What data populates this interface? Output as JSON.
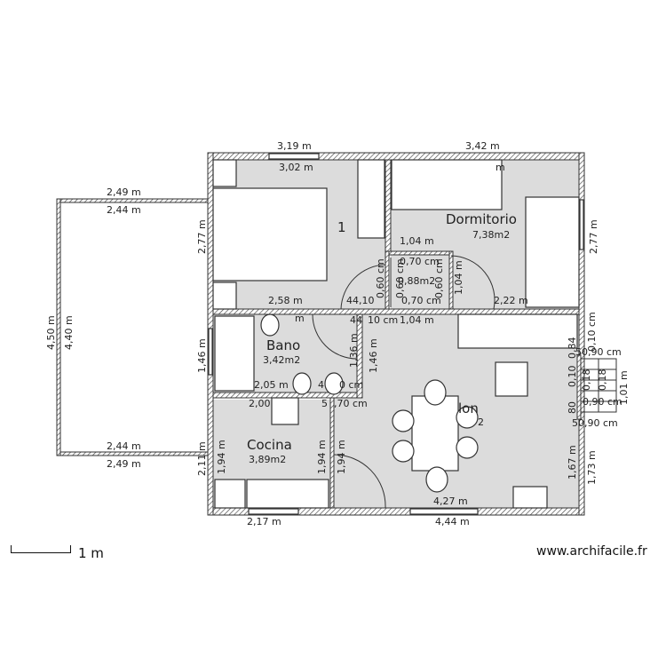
{
  "rooms": {
    "room1": {
      "name": "1"
    },
    "dormitorio": {
      "name": "Dormitorio",
      "area": "7,38m2"
    },
    "bano": {
      "name": "Bano",
      "area": "3,42m2"
    },
    "cocina": {
      "name": "Cocina",
      "area": "3,89m2"
    },
    "salon": {
      "name": "lon",
      "area": "2"
    },
    "closet": {
      "area": "0,88m2"
    }
  },
  "dimensions": {
    "top_left_outer": "3,19 m",
    "top_left_inner": "3,02 m",
    "top_right_outer": "3,42 m",
    "top_right_inner": "m",
    "left_room_height": "2,77 m",
    "right_room_height": "2,77 m",
    "terrace_top_outer": "2,49 m",
    "terrace_top_inner": "2,44 m",
    "terrace_bottom_inner": "2,44 m",
    "terrace_bottom_outer": "2,49 m",
    "terrace_height_outer": "4,50 m",
    "terrace_height_inner": "4,40 m",
    "closet_top": "1,04 m",
    "closet_w_top": "0,70 cm",
    "closet_w_bottom": "0,70 cm",
    "closet_h_left": "0,60 cm",
    "closet_h_mid": "0,60 cm",
    "closet_h_mid2": "0,60 cm",
    "closet_h_right": "1,04 m",
    "room1_bottom": "2,58 m",
    "room1_bottom_m": "m",
    "dim_44_10": "44,10",
    "dim_44_10b": "44",
    "dim_10cm": "10 cm",
    "dim_1_04": "1,04 m",
    "dim_2_22": "2,22 m",
    "bano_left": "1,46 m",
    "bano_right": "1,46 m",
    "bano_inner": "1,36 m",
    "bano_bottom_a": "2,05 m",
    "bano_bottom_b": "4",
    "bano_bottom_c": "0 cm",
    "cocina_top": "2,00",
    "cocina_top_right": "5",
    "cocina_top_right2": ",70 cm",
    "cocina_left_outer": "2,11 m",
    "cocina_left_inner": "1,94 m",
    "cocina_right": "1,94 m",
    "cocina_right2": "1,94 m",
    "cocina_bottom": "2,17 m",
    "salon_bottom_inner": "4,27 m",
    "salon_bottom_outer": "4,44 m",
    "salon_right_inner": "1,67 m",
    "salon_right_outer": "1,73 m",
    "salon_right_top": "0,10 cm",
    "salon_right_top2": "0,84",
    "stair_top": "50,90 cm",
    "stair_mid": "0,90 cm",
    "stair_bottom": "50,90 cm",
    "stair_right": "1,01 m",
    "stair_left_a": "0,10",
    "stair_left_b": "0,18",
    "stair_left_c": "0,18",
    "stair_left_d": "80"
  },
  "scale_bar": {
    "label": "1 m"
  },
  "credit": "www.archifacile.fr"
}
